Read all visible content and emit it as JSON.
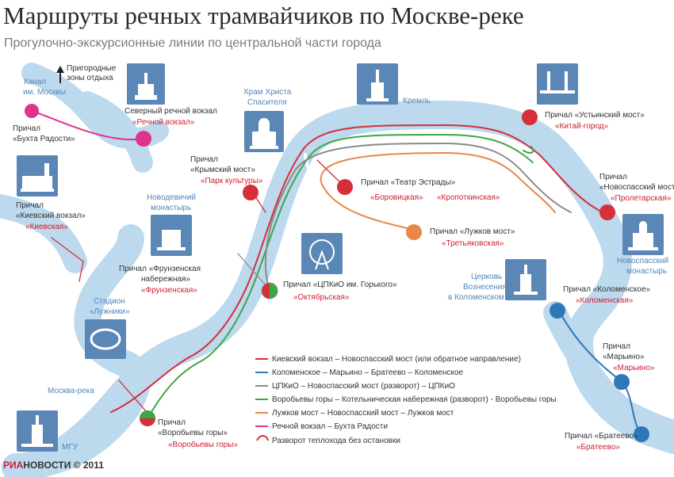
{
  "title": "Маршруты речных трамвайчиков по Москве-реке",
  "subtitle": "Прогулочно-экскурсионные линии по центральной части города",
  "colors": {
    "river": "#bcd9ee",
    "red_route": "#d62e3a",
    "blue_route": "#2f78b8",
    "gray_route": "#8a8a8a",
    "green_route": "#3aa845",
    "orange_route": "#e9874a",
    "pink_route": "#e0338e",
    "icon_box": "#5b87b6"
  },
  "river_labels": {
    "kanal": "Канал им. Москвы",
    "moskva_reka": "Москва-река",
    "suburban": "Пригородные зоны отдыха"
  },
  "piers": [
    {
      "id": "bukhta",
      "l1": "Причал",
      "l2": "«Бухта Радости»",
      "metro": ""
    },
    {
      "id": "rechnoy",
      "l1": "Северный речной вокзал",
      "l2": "",
      "metro": "«Речной вокзал»"
    },
    {
      "id": "kievsky",
      "l1": "Причал",
      "l2": "«Киевский вокзал»",
      "metro": "«Киевская»"
    },
    {
      "id": "krymsky",
      "l1": "Причал",
      "l2": "«Крымский мост»",
      "metro": "«Парк культуры»"
    },
    {
      "id": "frunzenskaya",
      "l1": "Причал «Фрунзенская",
      "l2": "набережная»",
      "metro": "«Фрунзенская»"
    },
    {
      "id": "teatr",
      "l1": "Причал «Театр Эстрады»",
      "l2": "",
      "metro": "«Боровицкая»",
      "metro2": "«Кропоткинская»"
    },
    {
      "id": "luzhkov",
      "l1": "Причал «Лужков мост»",
      "l2": "",
      "metro": "«Третьяковская»"
    },
    {
      "id": "tskio",
      "l1": "Причал «ЦПКиО им. Горького»",
      "l2": "",
      "metro": "«Октябрьская»"
    },
    {
      "id": "ustinsky",
      "l1": "Причал «Устьинский мост»",
      "l2": "",
      "metro": "«Китай-город»"
    },
    {
      "id": "novospassky",
      "l1": "Причал",
      "l2": "«Новоспасский мост»",
      "metro": "«Пролетарская»"
    },
    {
      "id": "kolomenskoe",
      "l1": "Причал «Коломенское»",
      "l2": "",
      "metro": "«Коломенская»"
    },
    {
      "id": "marino",
      "l1": "Причал",
      "l2": "«Марьино»",
      "metro": "«Марьино»"
    },
    {
      "id": "brateevo",
      "l1": "Причал «Братеево»",
      "l2": "",
      "metro": "«Братеево»"
    },
    {
      "id": "vorobyovy",
      "l1": "Причал",
      "l2": "«Воробьевы горы»",
      "metro": "«Воробьевы горы»"
    }
  ],
  "landmarks": {
    "khram": "Храм Христа Спасителя",
    "kreml": "Кремль",
    "novodevichy": "Новодевичий монастырь",
    "luzhniki": "Стадион «Лужники»",
    "novospassky_mon": "Новоспасский монастырь",
    "tserkov": "Церковь Вознесения в Коломенском",
    "mgu": "МГУ"
  },
  "legend": [
    {
      "label": "Киевский вокзал – Новоспасский мост (или обратное направление)",
      "color": "#d62e3a"
    },
    {
      "label": "Коломенское – Марьино – Братеево – Коломенское",
      "color": "#2f78b8"
    },
    {
      "label": "ЦПКиО – Новоспасский мост (разворот) – ЦПКиО",
      "color": "#8a8a8a"
    },
    {
      "label": "Воробьевы горы – Котельническая набережная (разворот) - Воробьевы горы",
      "color": "#3aa845"
    },
    {
      "label": "Лужков мост – Новоспасский мост – Лужков мост",
      "color": "#e9874a"
    },
    {
      "label": "Речной вокзал – Бухта Радости",
      "color": "#e0338e"
    },
    {
      "label": "Разворот теплохода без остановки",
      "color": "#d62e3a"
    }
  ],
  "credit": {
    "ria": "РИА",
    "novosti": "НОВОСТИ",
    "year": "© 2011"
  }
}
